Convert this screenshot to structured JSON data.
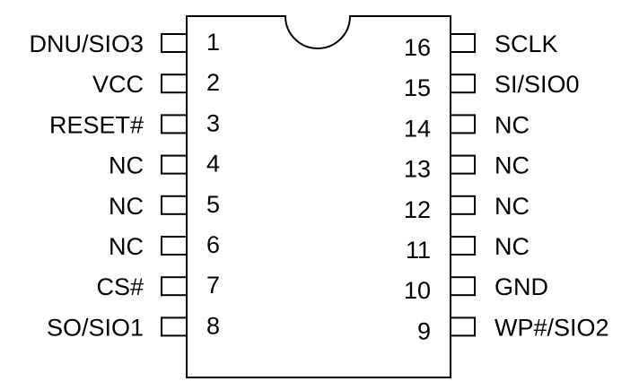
{
  "package": {
    "left_pins": [
      {
        "number": "1",
        "signal": "DNU/SIO3"
      },
      {
        "number": "2",
        "signal": "VCC"
      },
      {
        "number": "3",
        "signal": "RESET#"
      },
      {
        "number": "4",
        "signal": "NC"
      },
      {
        "number": "5",
        "signal": "NC"
      },
      {
        "number": "6",
        "signal": "NC"
      },
      {
        "number": "7",
        "signal": "CS#"
      },
      {
        "number": "8",
        "signal": "SO/SIO1"
      }
    ],
    "right_pins": [
      {
        "number": "16",
        "signal": "SCLK"
      },
      {
        "number": "15",
        "signal": "SI/SIO0"
      },
      {
        "number": "14",
        "signal": "NC"
      },
      {
        "number": "13",
        "signal": "NC"
      },
      {
        "number": "12",
        "signal": "NC"
      },
      {
        "number": "11",
        "signal": "NC"
      },
      {
        "number": "10",
        "signal": "GND"
      },
      {
        "number": "9",
        "signal": "WP#/SIO2"
      }
    ]
  }
}
